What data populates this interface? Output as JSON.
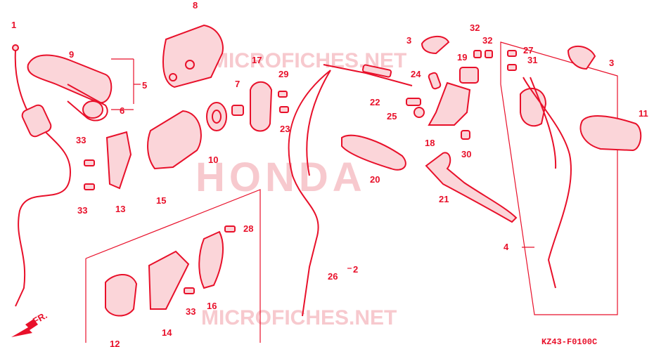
{
  "diagram": {
    "accent_color": "#e8102a",
    "watermark_brand": "HONDA",
    "watermark_site": "MICROFICHES.NET",
    "figure_code": "KZ43-F0100C",
    "direction_marker": "FR.",
    "callouts": [
      "1",
      "2",
      "3",
      "3",
      "4",
      "5",
      "6",
      "7",
      "8",
      "9",
      "10",
      "11",
      "12",
      "13",
      "14",
      "15",
      "16",
      "17",
      "18",
      "19",
      "20",
      "21",
      "22",
      "23",
      "24",
      "25",
      "26",
      "27",
      "28",
      "29",
      "30",
      "31",
      "32",
      "32",
      "33",
      "33",
      "33"
    ]
  }
}
